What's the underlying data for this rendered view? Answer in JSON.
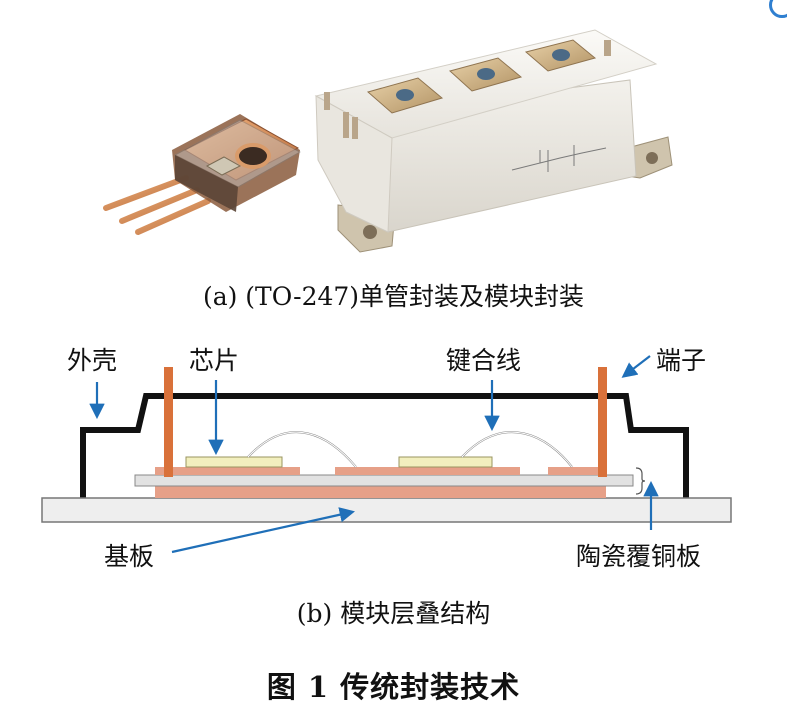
{
  "colors": {
    "arrow": "#1f6fb8",
    "copper": "#d9713a",
    "copper_layer": "#e6a088",
    "chip": "#f2efbe",
    "housing": "#111111",
    "ceramic": "#e2e2e2",
    "baseplate": "#eeeeee",
    "module_body": "#f4f2ee"
  },
  "photos": {
    "to247_package": "TO-247 discrete package photo",
    "igbt_module": "IGBT power module photo"
  },
  "caption_a": "(a)  (TO-247)单管封装及模块封装",
  "labels": {
    "housing": "外壳",
    "chip": "芯片",
    "bond_wire": "键合线",
    "terminal": "端子",
    "baseplate": "基板",
    "dbc": "陶瓷覆铜板"
  },
  "caption_b": "(b)  模块层叠结构",
  "figure_title": "图 1    传统封装技术"
}
